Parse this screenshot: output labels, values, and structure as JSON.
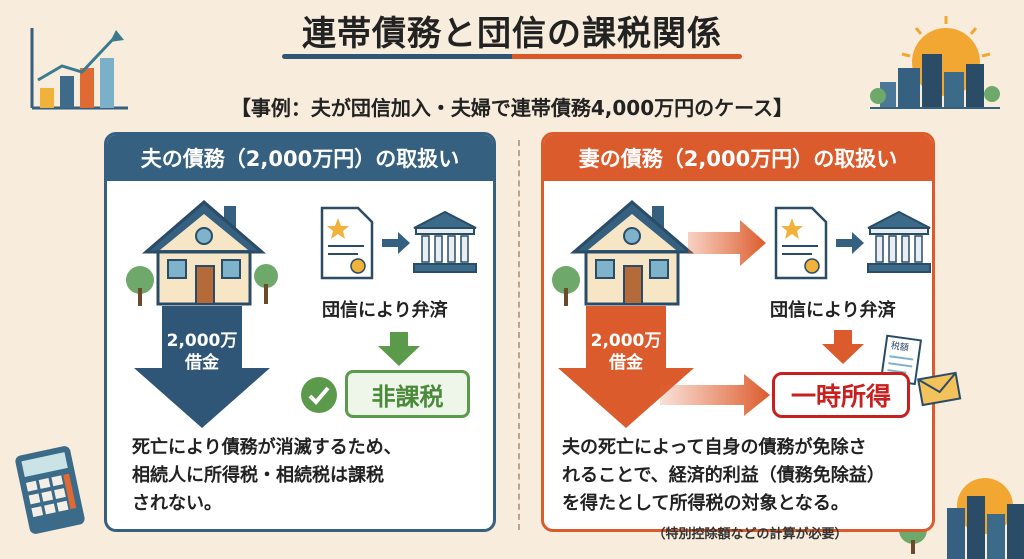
{
  "title": "連帯債務と団信の課税関係",
  "subtitle": "【事例：夫が団信加入・夫婦で連帯債務4,000万円のケース】",
  "left_panel": {
    "header": "夫の債務（2,000万円）の取扱い",
    "loan_amount": "2,000万",
    "loan_label": "借金",
    "repay_label": "団信により弁済",
    "result_badge": "非課税",
    "description_lines": [
      "死亡により債務が消滅するため、",
      "相続人に所得税・相続税は課税",
      "されない。"
    ]
  },
  "right_panel": {
    "header": "妻の債務（2,000万円）の取扱い",
    "loan_amount": "2,000万",
    "loan_label": "借金",
    "repay_label": "団信により弁済",
    "result_badge": "一時所得",
    "tax_form_label": "税額",
    "description_lines": [
      "夫の死亡によって自身の債務が免除さ",
      "れることで、経済的利益（債務免除益）",
      "を得たとして所得税の対象となる。"
    ],
    "note": "（特別控除額などの計算が必要）"
  },
  "icons": [
    "chart-icon",
    "city-sun-icon",
    "calculator-icon",
    "house-icon",
    "certificate-icon",
    "bank-icon",
    "check-icon",
    "envelope-icon"
  ],
  "colors": {
    "background": "#f8ecdc",
    "left_accent": "#35607f",
    "right_accent": "#db5b2c",
    "nontax_green": "#5b9a4a",
    "income_red": "#c8201f"
  }
}
